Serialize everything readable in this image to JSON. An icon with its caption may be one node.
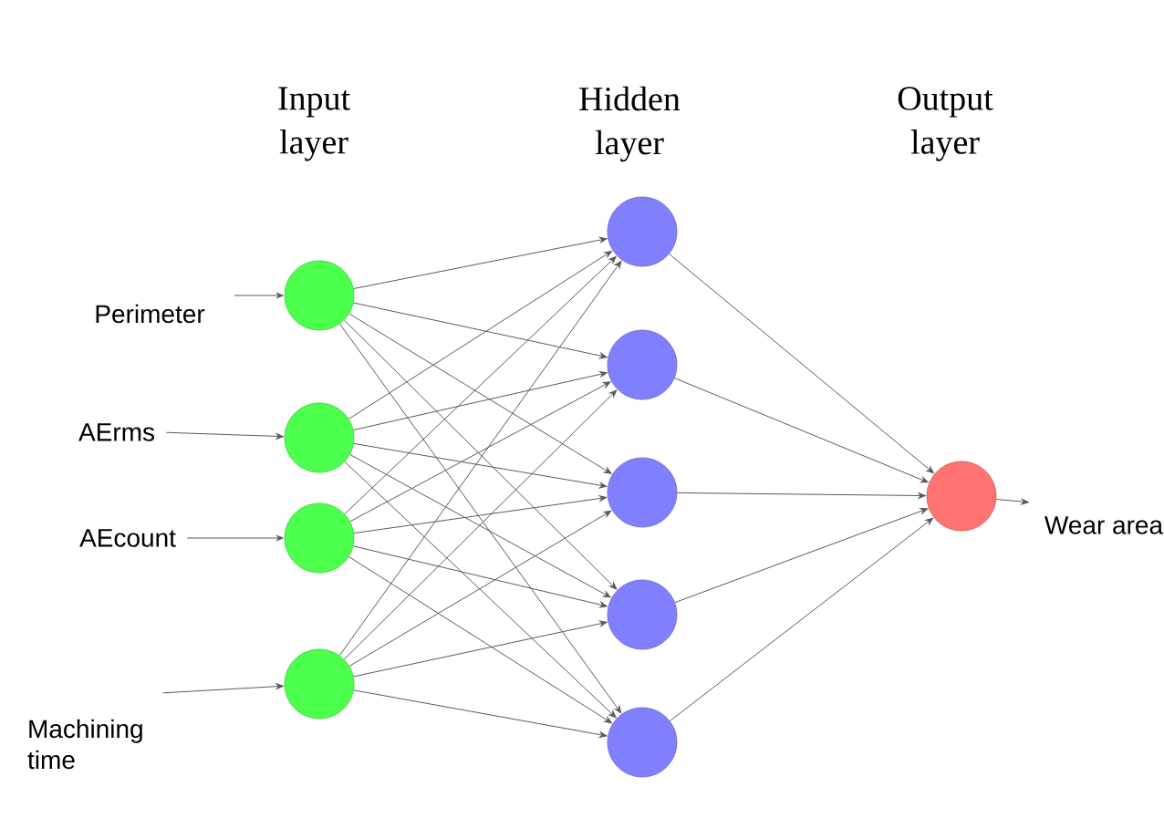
{
  "diagram": {
    "nodes": [
      {
        "text": [
          "Perimeter"
        ]
      },
      {
        "text": [
          "AErms"
        ]
      },
      {
        "text": [
          "AEcount"
        ]
      },
      {
        "text": [
          "Machining time"
        ]
      },
      {
        "text": [],
        "shape": "circle"
      },
      {
        "text": [],
        "shape": "circle"
      },
      {
        "text": [],
        "shape": "circle"
      },
      {
        "text": [],
        "shape": "circle"
      },
      {
        "text": [],
        "shape": "circle"
      },
      {
        "text": [],
        "shape": "circle"
      },
      {
        "text": [],
        "shape": "circle"
      },
      {
        "text": [],
        "shape": "circle"
      },
      {
        "text": [],
        "shape": "circle"
      },
      {
        "text": [],
        "shape": "circle"
      },
      {
        "text": [
          "Wear area"
        ]
      }
    ],
    "edges": [
      {
        "from": 0,
        "to": 4,
        "arrow": "to"
      },
      {
        "from": 1,
        "to": 5,
        "arrow": "to"
      },
      {
        "from": 2,
        "to": 6,
        "arrow": "to"
      },
      {
        "from": 3,
        "to": 7,
        "arrow": "to"
      },
      {
        "from": 4,
        "to": 8,
        "arrow": "to"
      },
      {
        "from": 4,
        "to": 9,
        "arrow": "to"
      },
      {
        "from": 4,
        "to": 10,
        "arrow": "to"
      },
      {
        "from": 4,
        "to": 11,
        "arrow": "to"
      },
      {
        "from": 4,
        "to": 12,
        "arrow": "to"
      },
      {
        "from": 5,
        "to": 8,
        "arrow": "to"
      },
      {
        "from": 5,
        "to": 9,
        "arrow": "to"
      },
      {
        "from": 5,
        "to": 10,
        "arrow": "to"
      },
      {
        "from": 5,
        "to": 11,
        "arrow": "to"
      },
      {
        "from": 5,
        "to": 12,
        "arrow": "to"
      },
      {
        "from": 6,
        "to": 8,
        "arrow": "to"
      },
      {
        "from": 6,
        "to": 9,
        "arrow": "to"
      },
      {
        "from": 6,
        "to": 10,
        "arrow": "to"
      },
      {
        "from": 6,
        "to": 11,
        "arrow": "to"
      },
      {
        "from": 6,
        "to": 12,
        "arrow": "to"
      },
      {
        "from": 7,
        "to": 8,
        "arrow": "to"
      },
      {
        "from": 7,
        "to": 9,
        "arrow": "to"
      },
      {
        "from": 7,
        "to": 10,
        "arrow": "to"
      },
      {
        "from": 7,
        "to": 11,
        "arrow": "to"
      },
      {
        "from": 7,
        "to": 12,
        "arrow": "to"
      },
      {
        "from": 8,
        "to": 13,
        "arrow": "to"
      },
      {
        "from": 9,
        "to": 13,
        "arrow": "to"
      },
      {
        "from": 10,
        "to": 13,
        "arrow": "to"
      },
      {
        "from": 11,
        "to": 13,
        "arrow": "to"
      },
      {
        "from": 12,
        "to": 13,
        "arrow": "to"
      },
      {
        "from": 13,
        "to": 14,
        "arrow": "to"
      }
    ],
    "labels": [
      "Input layer",
      "Hidden layer",
      "Output layer"
    ]
  }
}
